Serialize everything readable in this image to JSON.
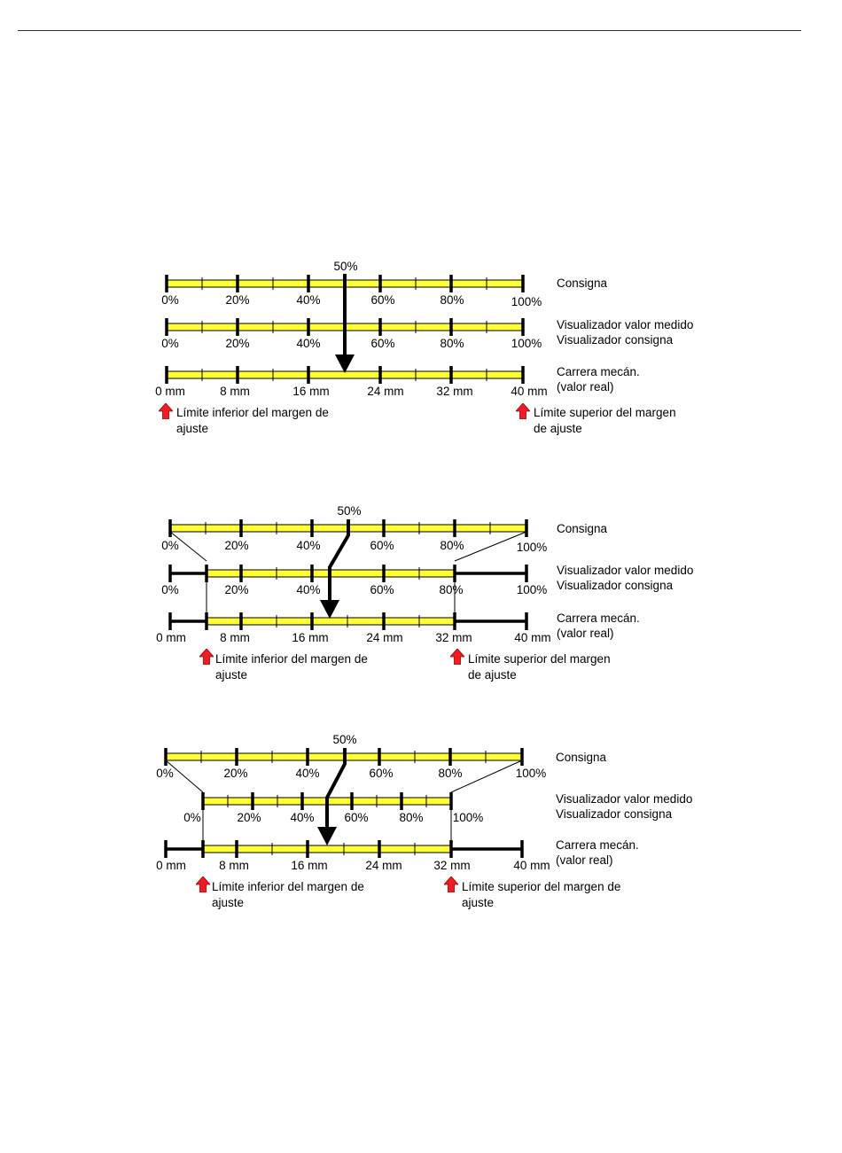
{
  "colors": {
    "bar_fill": "#ffff33",
    "arrow_red": "#ee1c24",
    "ink": "#000000",
    "rule": "#333333"
  },
  "pct_labels": [
    "0%",
    "20%",
    "40%",
    "60%",
    "80%",
    "100%"
  ],
  "mm_labels": [
    "0 mm",
    "8 mm",
    "16 mm",
    "24 mm",
    "32 mm",
    "40 mm"
  ],
  "pointer_label": "50%",
  "row_labels": {
    "consigna": "Consigna",
    "display_1": "Visualizador valor medido",
    "display_2": "Visualizador consigna",
    "travel_1": "Carrera mecán.",
    "travel_2": "(valor real)"
  },
  "limits": {
    "lower_line1": "Límite inferior del margen de",
    "lower_line2": "ajuste",
    "upper_line1": "Límite superior del margen",
    "upper_line2": "de ajuste",
    "upper_alt_line1": "Límite superior del margen de",
    "upper_alt_line2": "ajuste"
  },
  "scenarios": [
    {
      "id": "full-range",
      "lower_limit_mm": 0,
      "upper_limit_mm": 40,
      "setpoint_pct": 50,
      "display_rescaled": false
    },
    {
      "id": "limited-range",
      "lower_limit_mm": 5,
      "upper_limit_mm": 32,
      "setpoint_pct": 50,
      "display_rescaled": false
    },
    {
      "id": "limited-range-rescaled",
      "lower_limit_mm": 5,
      "upper_limit_mm": 32,
      "setpoint_pct": 50,
      "display_rescaled": true
    }
  ]
}
